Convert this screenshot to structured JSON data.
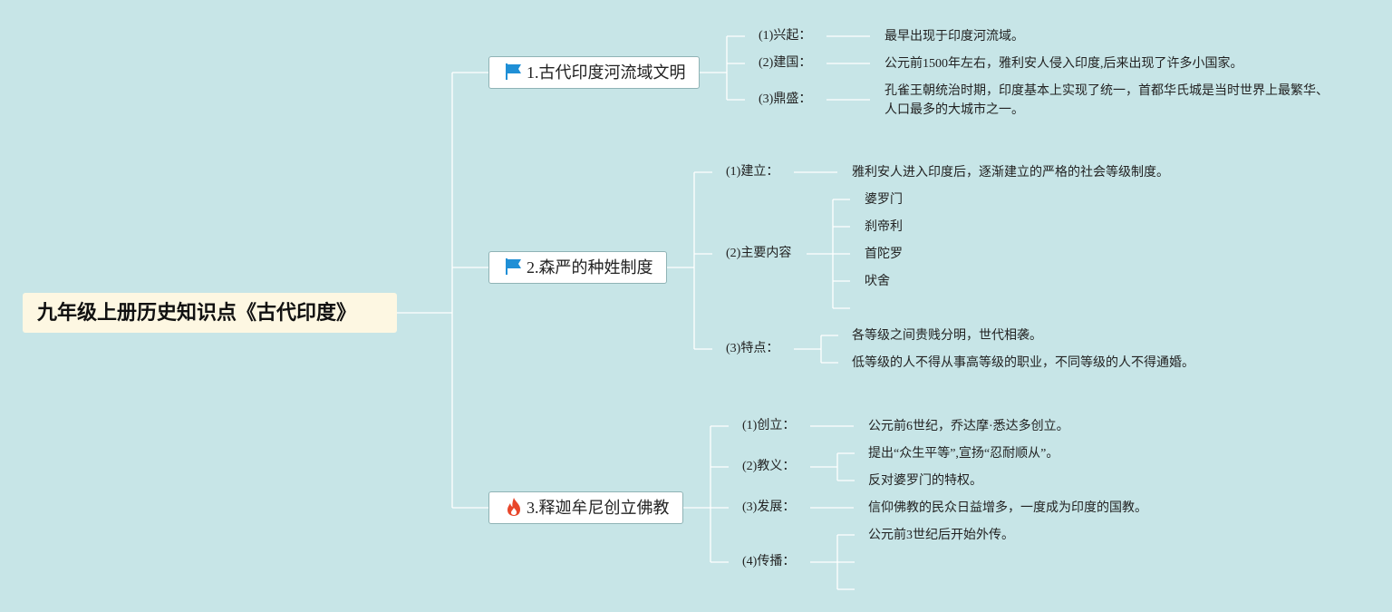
{
  "root": {
    "title": "九年级上册历史知识点《古代印度》"
  },
  "topics": [
    {
      "icon": "flag-icon",
      "label": "1.古代印度河流域文明",
      "children": [
        {
          "label": "(1)兴起：",
          "text": "最早出现于印度河流域。"
        },
        {
          "label": "(2)建国：",
          "text": "公元前1500年左右，雅利安人侵入印度,后来出现了许多小国家。"
        },
        {
          "label": "(3)鼎盛：",
          "text": "孔雀王朝统治时期，印度基本上实现了统一，首都华氏城是当时世界上最繁华、人口最多的大城市之一。"
        }
      ]
    },
    {
      "icon": "flag-icon",
      "label": "2.森严的种姓制度",
      "children": [
        {
          "label": "(1)建立：",
          "text": "雅利安人进入印度后，逐渐建立的严格的社会等级制度。"
        },
        {
          "label": "(2)主要内容",
          "items": [
            "婆罗门",
            "刹帝利",
            "首陀罗",
            "吠舍"
          ]
        },
        {
          "label": "(3)特点：",
          "items": [
            "各等级之间贵贱分明，世代相袭。",
            "低等级的人不得从事高等级的职业，不同等级的人不得通婚。"
          ]
        }
      ]
    },
    {
      "icon": "fire-icon",
      "label": "3.释迦牟尼创立佛教",
      "children": [
        {
          "label": "(1)创立：",
          "text": "公元前6世纪，乔达摩·悉达多创立。"
        },
        {
          "label": "(2)教义：",
          "items": [
            "提出“众生平等”,宣扬“忍耐顺从”。",
            "反对婆罗门的特权。"
          ]
        },
        {
          "label": "(3)发展：",
          "text": "信仰佛教的民众日益增多，一度成为印度的国教。"
        },
        {
          "label": "(4)传播：",
          "items": [
            "公元前3世纪后开始外传。"
          ]
        }
      ]
    }
  ],
  "colors": {
    "background": "#c7e5e7",
    "line": "#ffffff",
    "flag": "#1f8fd6",
    "fire": "#e8462a",
    "root_bg": "#fdf7e2"
  }
}
